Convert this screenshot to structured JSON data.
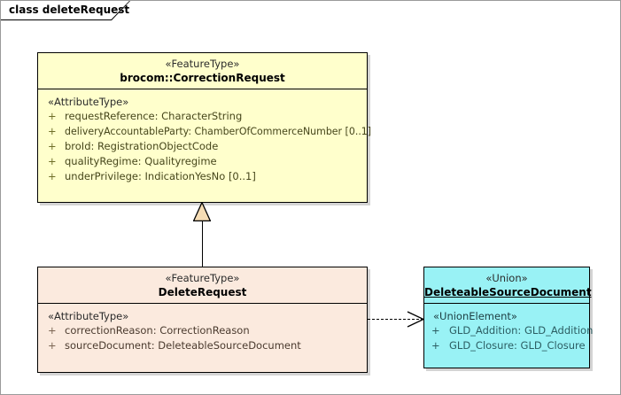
{
  "frame": {
    "label": "class deleteRequest"
  },
  "classes": [
    {
      "id": "correctionrequest",
      "stereotype": "«FeatureType»",
      "name": "brocom::CorrectionRequest",
      "name_underlined": false,
      "fill_color": "#ffffcc",
      "attribute_stereotype": "«AttributeType»",
      "attributes": [
        {
          "visibility": "+",
          "signature": "requestReference: CharacterString"
        },
        {
          "visibility": "+",
          "signature": "deliveryAccountableParty: ChamberOfCommerceNumber [0..1]"
        },
        {
          "visibility": "+",
          "signature": "broId: RegistrationObjectCode"
        },
        {
          "visibility": "+",
          "signature": "qualityRegime: Qualityregime"
        },
        {
          "visibility": "+",
          "signature": "underPrivilege: IndicationYesNo [0..1]"
        }
      ]
    },
    {
      "id": "deleterequest",
      "stereotype": "«FeatureType»",
      "name": "DeleteRequest",
      "name_underlined": false,
      "fill_color": "#fbeade",
      "attribute_stereotype": "«AttributeType»",
      "attributes": [
        {
          "visibility": "+",
          "signature": "correctionReason: CorrectionReason"
        },
        {
          "visibility": "+",
          "signature": "sourceDocument: DeleteableSourceDocument"
        }
      ]
    },
    {
      "id": "union",
      "stereotype": "«Union»",
      "name": "DeleteableSourceDocument",
      "name_underlined": true,
      "fill_color": "#99f2f5",
      "attribute_stereotype": "«UnionElement»",
      "attributes": [
        {
          "visibility": "+",
          "signature": "GLD_Addition: GLD_Addition"
        },
        {
          "visibility": "+",
          "signature": "GLD_Closure: GLD_Closure"
        }
      ]
    }
  ],
  "connectors": [
    {
      "id": "generalization",
      "kind": "generalization",
      "from": "DeleteRequest",
      "to": "brocom::CorrectionRequest",
      "line_style": "solid",
      "arrow_head": "hollow-triangle",
      "arrow_fill": "#f6ddb5"
    },
    {
      "id": "dependency",
      "kind": "dependency",
      "from": "DeleteRequest",
      "to": "DeleteableSourceDocument",
      "line_style": "dashed",
      "arrow_head": "open-arrow",
      "arrow_fill": "none"
    }
  ],
  "colors": {
    "canvas_background": "#ffffff",
    "canvas_border": "#9a9a9a",
    "line_color": "#000000",
    "featuretype_yellow": "#ffffcc",
    "featuretype_peach": "#fbeade",
    "union_cyan": "#99f2f5",
    "generalization_triangle": "#f6ddb5"
  }
}
